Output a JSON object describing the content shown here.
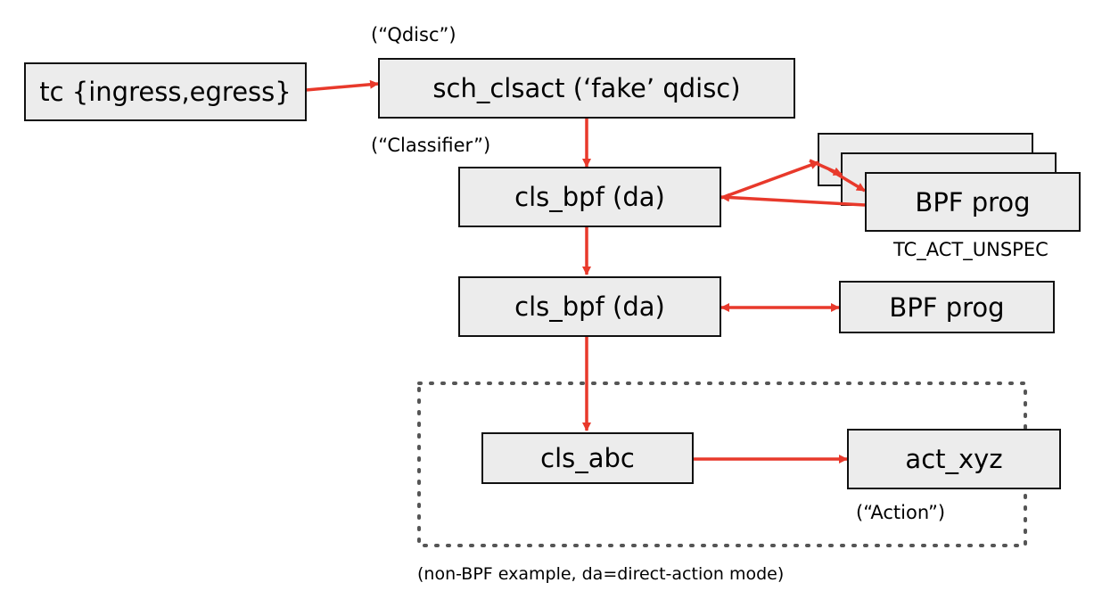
{
  "labels": {
    "qdisc": "(“Qdisc”)",
    "classifier": "(“Classifier”)",
    "tc_act_unspec": "TC_ACT_UNSPEC",
    "action": "(“Action”)",
    "footnote": "(non-BPF example, da=direct-action mode)"
  },
  "boxes": {
    "tc": "tc {ingress,egress}",
    "sch_clsact": "sch_clsact (‘fake’ qdisc)",
    "cls_bpf_1": "cls_bpf (da)",
    "cls_bpf_2": "cls_bpf (da)",
    "bpf_prog_stack_top": "BPF prog",
    "bpf_prog_2": "BPF prog",
    "cls_abc": "cls_abc",
    "act_xyz": "act_xyz"
  },
  "colors": {
    "arrow": "#e8392b",
    "box_fill": "#ececec",
    "border": "#111111",
    "dotted": "#555555"
  }
}
